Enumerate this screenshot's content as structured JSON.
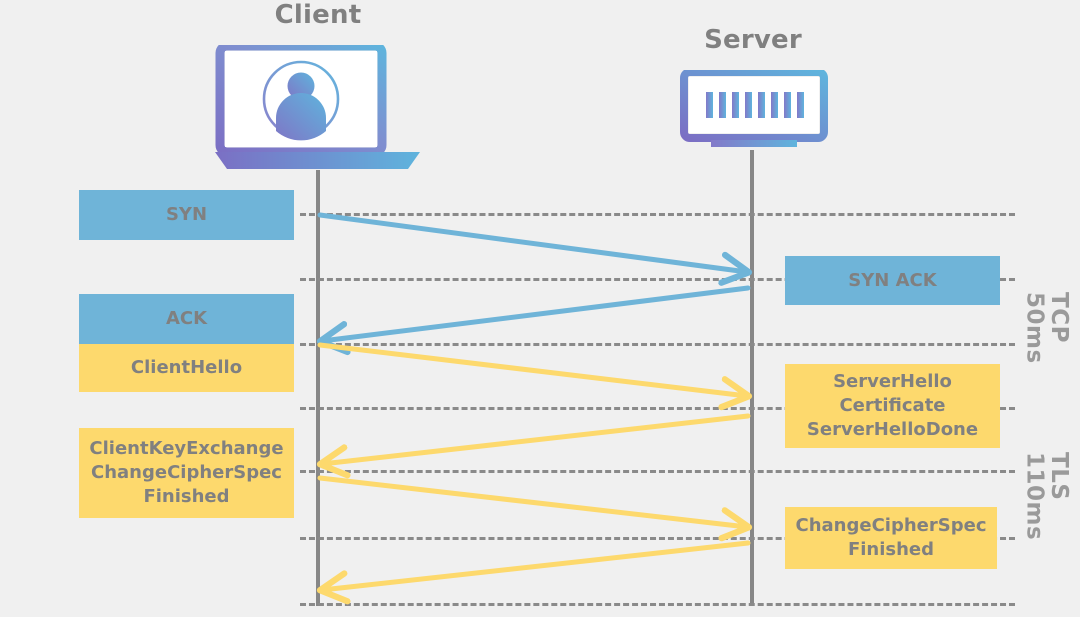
{
  "diagram": {
    "title_client": "Client",
    "title_server": "Server",
    "background_color": "#f0f0f0",
    "tcp_color": "#6fb4d8",
    "tls_color": "#fdd96d",
    "lifeline_color": "#878787",
    "text_color": "#808080"
  },
  "actors": [
    {
      "name": "client",
      "label": "Client",
      "icon": "laptop-user-icon"
    },
    {
      "name": "server",
      "label": "Server",
      "icon": "server-rack-icon"
    }
  ],
  "client_messages": [
    {
      "id": "syn",
      "label": "SYN",
      "color": "tcp"
    },
    {
      "id": "ack",
      "label": "ACK",
      "color": "tcp"
    },
    {
      "id": "client_hello",
      "label": "ClientHello",
      "color": "tls"
    },
    {
      "id": "client_key_exchange",
      "label": "ClientKeyExchange\nChangeCipherSpec\nFinished",
      "color": "tls"
    }
  ],
  "server_messages": [
    {
      "id": "syn_ack",
      "label": "SYN ACK",
      "color": "tcp"
    },
    {
      "id": "server_hello",
      "label": "ServerHello\nCertificate\nServerHelloDone",
      "color": "tls"
    },
    {
      "id": "server_change_cipher",
      "label": "ChangeCipherSpec\nFinished",
      "color": "tls"
    }
  ],
  "phases": [
    {
      "id": "tcp",
      "label": "TCP\n50ms",
      "protocol": "TCP",
      "duration": "50ms"
    },
    {
      "id": "tls",
      "label": "TLS\n110ms",
      "protocol": "TLS",
      "duration": "110ms"
    }
  ],
  "arrows": [
    {
      "id": "arrow-syn",
      "direction": "client-to-server",
      "color": "tcp"
    },
    {
      "id": "arrow-syn-ack",
      "direction": "server-to-client",
      "color": "tcp"
    },
    {
      "id": "arrow-client-hello",
      "direction": "client-to-server",
      "color": "tls"
    },
    {
      "id": "arrow-server-hello",
      "direction": "server-to-client",
      "color": "tls"
    },
    {
      "id": "arrow-client-key-exchange",
      "direction": "client-to-server",
      "color": "tls"
    },
    {
      "id": "arrow-server-change-cipher",
      "direction": "server-to-client",
      "color": "tls"
    }
  ]
}
